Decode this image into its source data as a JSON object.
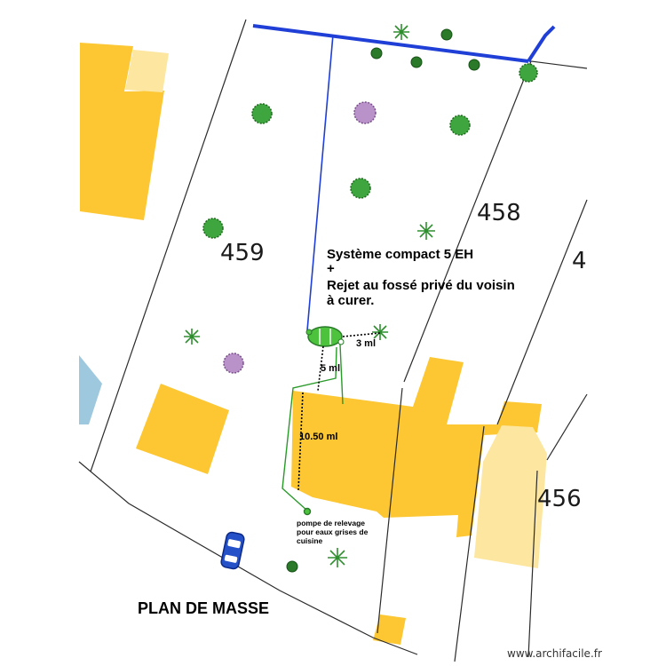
{
  "parcels": {
    "p459": "459",
    "p458": "458",
    "p45x": "4",
    "p456": "456"
  },
  "notes": {
    "system_line1": "Système compact 5 EH",
    "system_line2": "+",
    "system_line3": "Rejet au fossé privé du voisin",
    "system_line4": "à curer."
  },
  "dimensions": {
    "d3": "3 ml",
    "d5": "5 ml",
    "d1050": "10.50 ml"
  },
  "pump": {
    "line1": "pompe de relevage",
    "line2": "pour eaux grises de",
    "line3": "cuisine"
  },
  "title": "PLAN DE MASSE",
  "credit": "www.archifacile.fr",
  "colors": {
    "building": "#fcc733",
    "building_light": "#fde6a0",
    "water": "#9ec8de",
    "evacuation_pipe": "#1f3fd6",
    "system": "#4cc23d",
    "greywater": "#2a9a2a",
    "parcel_line": "#2b2b2b"
  }
}
